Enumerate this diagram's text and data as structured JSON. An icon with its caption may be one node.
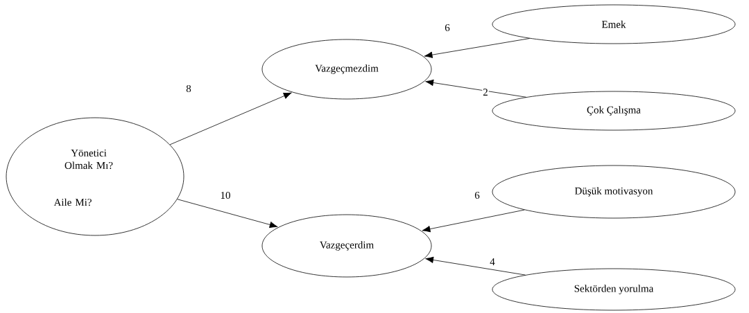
{
  "diagram": {
    "nodes": [
      {
        "text": [
          "Yönetici Olmak Mı?",
          "Aile Mi?"
        ]
      },
      {
        "text": [
          "Vazgeçmezdim"
        ]
      },
      {
        "text": [
          "Vazgeçerdim"
        ]
      },
      {
        "text": [
          "Emek"
        ]
      },
      {
        "text": [
          "Çok Çalışma"
        ]
      },
      {
        "text": [
          "Düşük motivasyon"
        ]
      },
      {
        "text": [
          "Sektörden yorulma"
        ]
      }
    ],
    "edges": [
      {
        "from": 0,
        "to": 1,
        "arrow": "to",
        "label": "8"
      },
      {
        "from": 0,
        "to": 2,
        "arrow": "to",
        "label": "10"
      },
      {
        "from": 3,
        "to": 1,
        "arrow": "to",
        "label": "6"
      },
      {
        "from": 4,
        "to": 1,
        "arrow": "to",
        "label": "2"
      },
      {
        "from": 5,
        "to": 2,
        "arrow": "to",
        "label": "6"
      },
      {
        "from": 6,
        "to": 2,
        "arrow": "to",
        "label": "4"
      }
    ]
  }
}
